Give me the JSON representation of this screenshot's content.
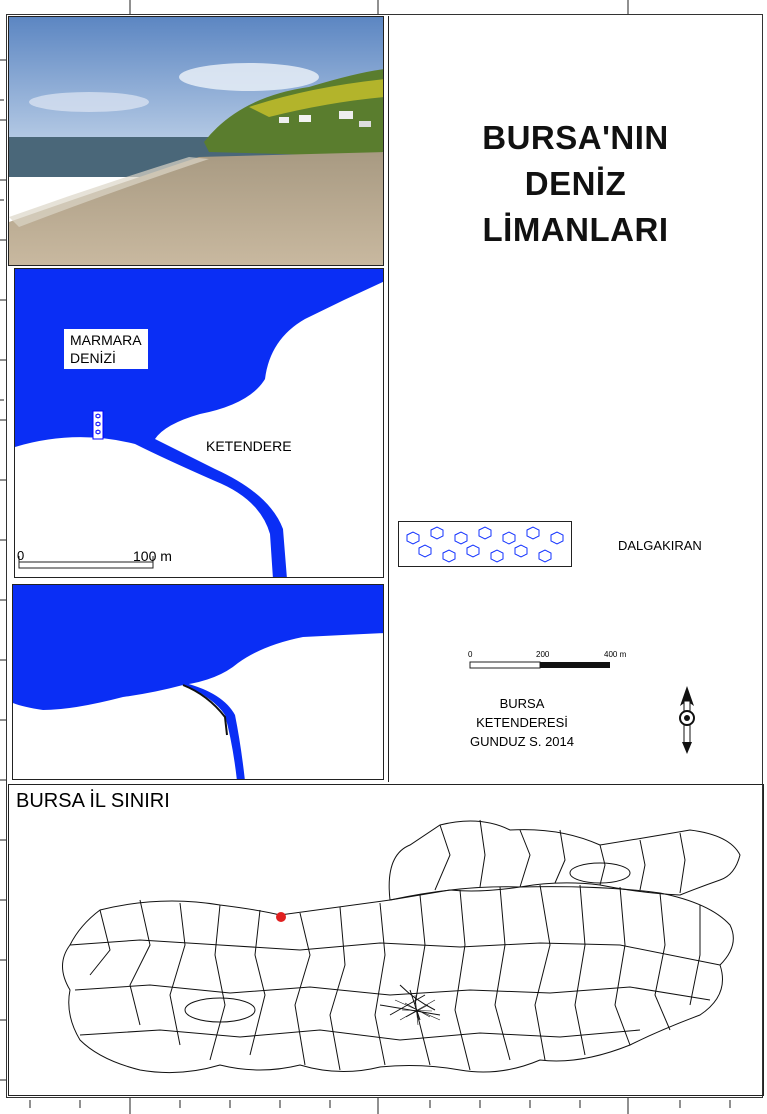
{
  "title": {
    "line1": "BURSA'NIN",
    "line2": "DENİZ",
    "line3": "LİMANLARI"
  },
  "map1": {
    "sea_label_line1": "MARMARA",
    "sea_label_line2": "DENİZİ",
    "river_label": "KETENDERE",
    "scale_start": "0",
    "scale_end": "100 m"
  },
  "legend": {
    "breakwater_label": "DALGAKIRAN"
  },
  "scalebar": {
    "tick0": "0",
    "tick1": "200",
    "tick2": "400 m"
  },
  "credit": {
    "line1": "BURSA",
    "line2": "KETENDERESİ",
    "line3": "GUNDUZ S. 2014"
  },
  "province_map": {
    "title": "BURSA İL SINIRI",
    "location_marker_color": "#e02020"
  },
  "colors": {
    "sea": "#0a2ef5",
    "border": "#222222"
  },
  "icons": {
    "north_arrow": "north-arrow-icon",
    "breakwater_pattern": "hexagon-pattern"
  }
}
